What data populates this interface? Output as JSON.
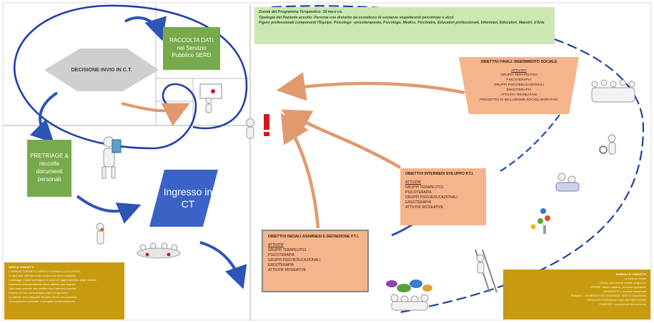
{
  "colors": {
    "circle_blue": "#1f3fa8",
    "arrow_blue": "#2d55b5",
    "arrow_orange": "#e09a6e",
    "decision_gray": "#cfcfcf",
    "green": "#77aa4a",
    "light_green": "#cde7b3",
    "orange": "#f5b48c",
    "gold": "#c79a10",
    "ingresso_blue": "#3b63c7",
    "red_exclamation": "#d4181b"
  },
  "nodes": {
    "decision": "DECISIONE INVIO IN C.T.",
    "raccolta": "RACCOLTA DATI nel Servizio Pubblico SERD",
    "pretriage": "PRETRIAGE & raccolta documenti personali",
    "ingresso": "Ingresso in CT"
  },
  "info_banner": {
    "lines": [
      "Durata del Programma Terapeutico: 18 mesi ca.",
      "Tipologia del Paziente accolto: Persone con disturbo da uso/abuso di sostanze stupefacenti psicotrope e alcol",
      "Figure professionali componenti l'Equipe: Psicologo –psicoterapeuta, Psicologo, Medico, Psichiatra, Educatori professionali, Infermieri, Educatori, Maestri, d'Arte"
    ]
  },
  "objectives": {
    "iniziali": {
      "title": "OBIETTIVI INIZIALI ANAMNESI E DEFINIZIONE P.T.I.",
      "activity_header": "ATTIVITA'",
      "items": [
        "GRUPPI TERAPEUTICI",
        "PSICOTERAPIA",
        "GRUPPI PSICOEDUCAZIONALI",
        "ERGOTERAPIA",
        "ATTIVITA' RICREATIVE"
      ]
    },
    "intermedi": {
      "title": "OBIETTIVI INTERMEDI SVILUPPO P.T.I.",
      "activity_header": "ATTIVITA'",
      "items": [
        "GRUPPI TERAPEUTICI",
        "PSICOTERAPIA",
        "GRUPPI PSICOEDUCAZIONALI",
        "ERGOTERAPIA",
        "ATTIVITA' RICREATIVE"
      ]
    },
    "finali": {
      "title": "OBIETTIVI FINALI: INSERIMENTO SOCIALE",
      "activity_header": "ATTIVITA'",
      "items": [
        "GRUPPI TERAPEUTICI",
        "PSICOTERAPIA",
        "GRUPPI PSICOEDUCAZIONALI",
        "ERGOTERAPIA",
        "ATTIVITA' RICREATIVE",
        "PROGETTO DI INCLUSIONE SOCIOLAVORATIVA"
      ]
    }
  },
  "legend_left": {
    "heading": "NODI & CONCETTI",
    "lines": [
      "L'ARRIVO TORNA E L'ARRIVO TORNA ACCOGLIENZA",
      "In ogni fase dell'intervento la persona viene rivalutata",
      "I passaggi di fase avvengono in base al raggiungimento degli obiettivi",
      "Il percorso individualizzato viene definito con l'equipe",
      "Ogni step prevede una verifica con il servizio inviante",
      "Il lavoro di rete accompagna tutto il programma",
      "Le attivita' sono integrate tra area clinica ed educativa",
      "La conclusione prevede un progetto di reinserimento"
    ]
  },
  "legend_right": {
    "heading": "SIMBOLI & CONCETTI",
    "lines": [
      "Le diverse frecce",
      "NERA: percorso in avanti, progresso",
      "VERDE: ritorno indietro, percorso riparatore",
      "QUADRATO = raccolta documenti",
      "ROMBO – MOMENTO DECISIONALE: TEST E DIAGNOSI",
      "PARALLELOGRAMMA: inizio del PERCORSO",
      "TRAPEZIO: conclusione del percorso"
    ]
  }
}
